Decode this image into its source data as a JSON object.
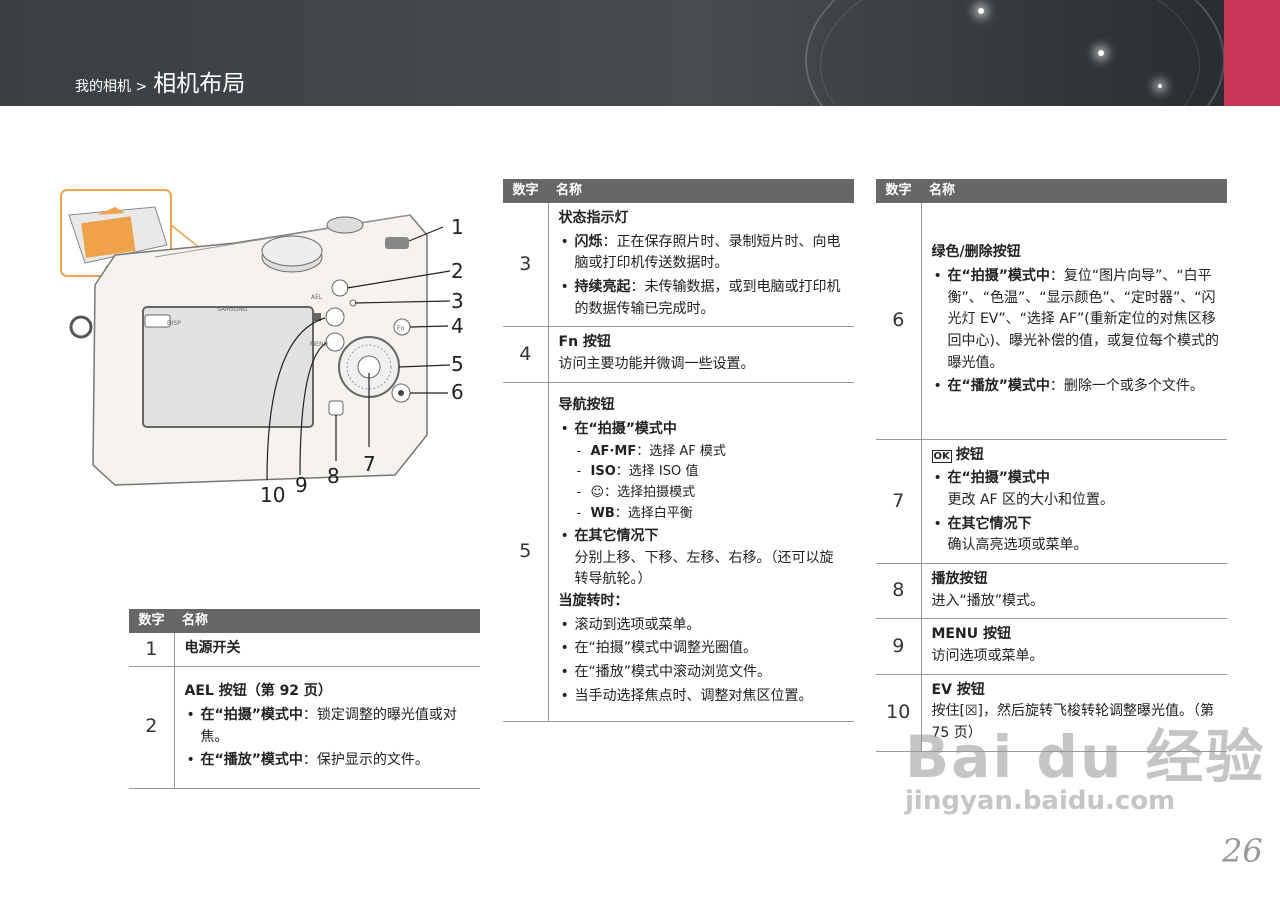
{
  "header": {
    "breadcrumb_parent": "我的相机 >",
    "breadcrumb_current": "相机布局"
  },
  "colors": {
    "accent": "#c8375a",
    "table_head": "#676767",
    "callout": "#f0a24a"
  },
  "table_headers": {
    "num": "数字",
    "name": "名称"
  },
  "diagram_labels": [
    "1",
    "2",
    "3",
    "4",
    "5",
    "6",
    "7",
    "8",
    "9",
    "10"
  ],
  "camera_marks": {
    "brand": "SAMSUNG",
    "ael": "AEL",
    "fn": "Fn",
    "menu": "MENU",
    "disp": "DISP"
  },
  "left_table": {
    "rows": [
      {
        "num": "1",
        "title": "电源开关"
      },
      {
        "num": "2",
        "title": "AEL 按钮（第 92 页）",
        "bullets": [
          {
            "b": "在“拍摄”模式中",
            "t": "：锁定调整的曝光值或对焦。"
          },
          {
            "b": "在“播放”模式中",
            "t": "：保护显示的文件。"
          }
        ]
      }
    ]
  },
  "mid_table": {
    "rows": [
      {
        "num": "3",
        "title": "状态指示灯",
        "bullets": [
          {
            "b": "闪烁",
            "t": "：正在保存照片时、录制短片时、向电脑或打印机传送数据时。"
          },
          {
            "b": "持续亮起",
            "t": "：未传输数据，或到电脑或打印机的数据传输已完成时。"
          }
        ]
      },
      {
        "num": "4",
        "title": "Fn 按钮",
        "desc": "访问主要功能并微调一些设置。"
      },
      {
        "num": "5",
        "title": "导航按钮",
        "b1": "在“拍摄”模式中",
        "dashes": [
          {
            "b": "AF·MF",
            "t": "：选择 AF 模式"
          },
          {
            "b": "ISO",
            "t": "：选择 ISO 值"
          },
          {
            "b": "☺",
            "t": "：选择拍摄模式"
          },
          {
            "b": "WB",
            "t": "：选择白平衡"
          }
        ],
        "b2": "在其它情况下",
        "b2_text": "分别上移、下移、左移、右移。（还可以旋转导航轮。）",
        "rotate_title": "当旋转时：",
        "rotate": [
          "滚动到选项或菜单。",
          "在“拍摄”模式中调整光圈值。",
          "在“播放”模式中滚动浏览文件。",
          "当手动选择焦点时、调整对焦区位置。"
        ]
      }
    ]
  },
  "right_table": {
    "rows": [
      {
        "num": "6",
        "title": "绿色/删除按钮",
        "bullets": [
          {
            "b": "在“拍摄”模式中",
            "t": "：复位“图片向导”、“白平衡”、“色温”、“显示颜色”、“定时器”、“闪光灯 EV”、“选择 AF”(重新定位的对焦区移回中心)、曝光补偿的值，或复位每个模式的曝光值。"
          },
          {
            "b": "在“播放”模式中",
            "t": "：删除一个或多个文件。"
          }
        ]
      },
      {
        "num": "7",
        "title": "按钮",
        "icon_text": "OK",
        "bullets": [
          {
            "b": "在“拍摄”模式中",
            "t": "更改 AF 区的大小和位置。"
          },
          {
            "b": "在其它情况下",
            "t": "确认高亮选项或菜单。"
          }
        ]
      },
      {
        "num": "8",
        "title": "播放按钮",
        "desc": "进入“播放”模式。"
      },
      {
        "num": "9",
        "title": "MENU 按钮",
        "desc": "访问选项或菜单。"
      },
      {
        "num": "10",
        "title": "EV 按钮",
        "desc": "按住[☒]，然后旋转飞梭转轮调整曝光值。（第 75 页）"
      }
    ]
  },
  "watermark": {
    "line1": "Bai du 经验",
    "line2": "jingyan.baidu.com"
  },
  "page_number": "26"
}
